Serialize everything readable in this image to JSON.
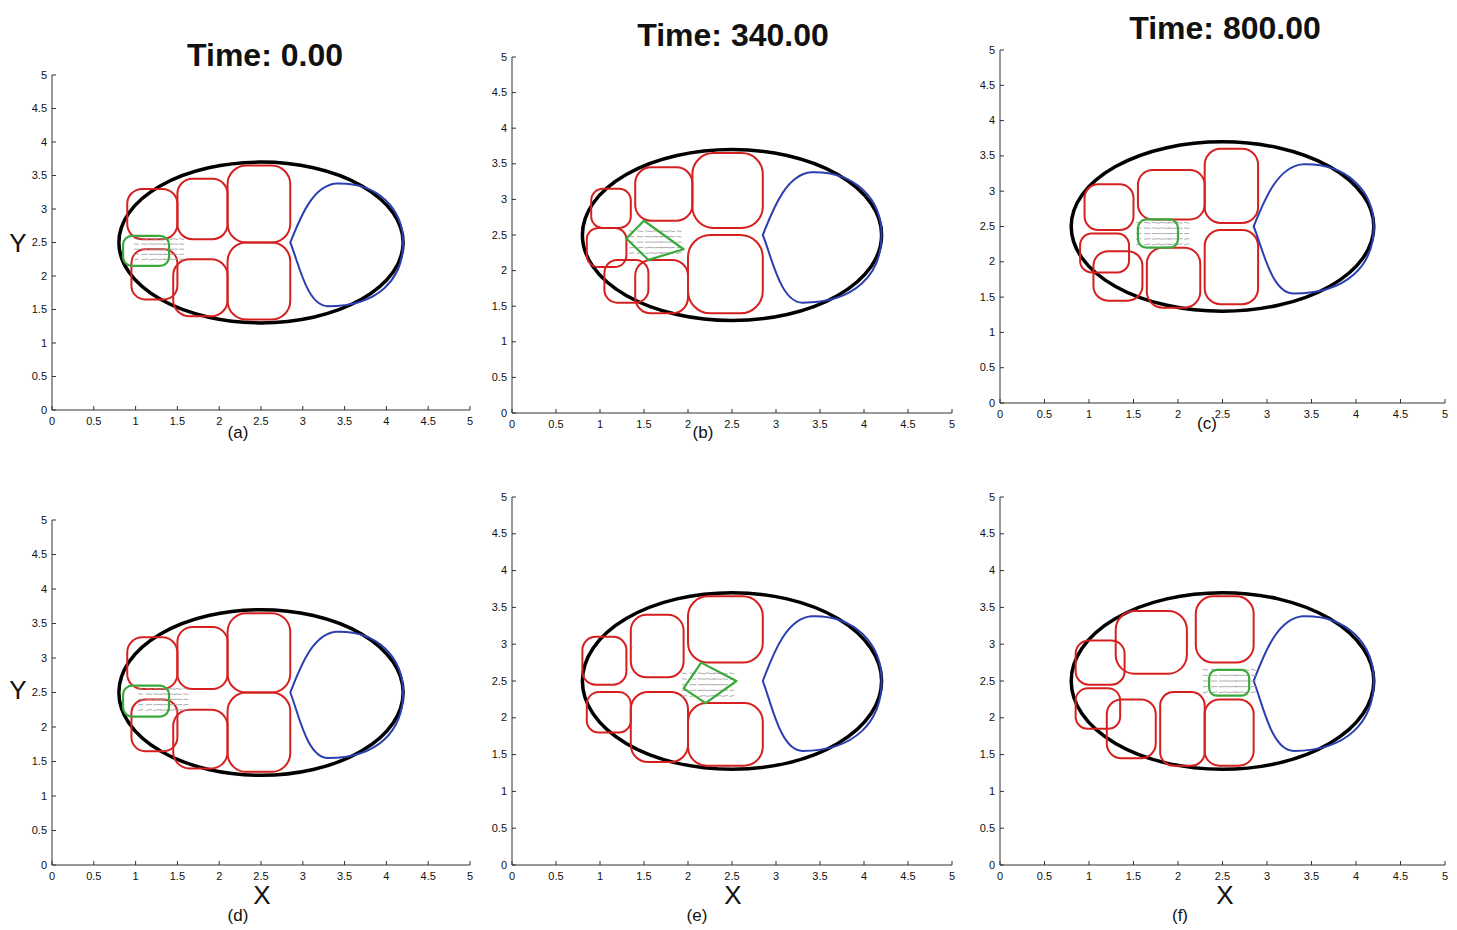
{
  "diagram": {
    "labels": [
      "Time: 0.00",
      "Time: 340.00",
      "Time: 800.00",
      "0",
      "0.5",
      "1",
      "1.5",
      "2",
      "2.5",
      "3",
      "3.5",
      "4",
      "4.5",
      "5",
      "0",
      "0.5",
      "1",
      "1.5",
      "2",
      "2.5",
      "3",
      "3.5",
      "4",
      "4.5",
      "5",
      "Y",
      "(a)",
      "0",
      "0.5",
      "1",
      "1.5",
      "2",
      "2.5",
      "3",
      "3.5",
      "4",
      "4.5",
      "5",
      "0",
      "0.5",
      "1",
      "1.5",
      "2",
      "2.5",
      "3",
      "3.5",
      "4",
      "4.5",
      "5",
      "(b)",
      "0",
      "0.5",
      "1",
      "1.5",
      "2",
      "2.5",
      "3",
      "3.5",
      "4",
      "4.5",
      "5",
      "0",
      "0.5",
      "1",
      "1.5",
      "2",
      "2.5",
      "3",
      "3.5",
      "4",
      "4.5",
      "5",
      "(c)",
      "0",
      "0.5",
      "1",
      "1.5",
      "2",
      "2.5",
      "3",
      "3.5",
      "4",
      "4.5",
      "5",
      "0",
      "0.5",
      "1",
      "1.5",
      "2",
      "2.5",
      "3",
      "3.5",
      "4",
      "4.5",
      "5",
      "Y",
      "X",
      "(d)",
      "0",
      "0.5",
      "1",
      "1.5",
      "2",
      "2.5",
      "3",
      "3.5",
      "4",
      "4.5",
      "5",
      "0",
      "0.5",
      "1",
      "1.5",
      "2",
      "2.5",
      "3",
      "3.5",
      "4",
      "4.5",
      "5",
      "X",
      "(e)",
      "0",
      "0.5",
      "1",
      "1.5",
      "2",
      "2.5",
      "3",
      "3.5",
      "4",
      "4.5",
      "5",
      "0",
      "0.5",
      "1",
      "1.5",
      "2",
      "2.5",
      "3",
      "3.5",
      "4",
      "4.5",
      "5",
      "X",
      "(f)"
    ]
  }
}
